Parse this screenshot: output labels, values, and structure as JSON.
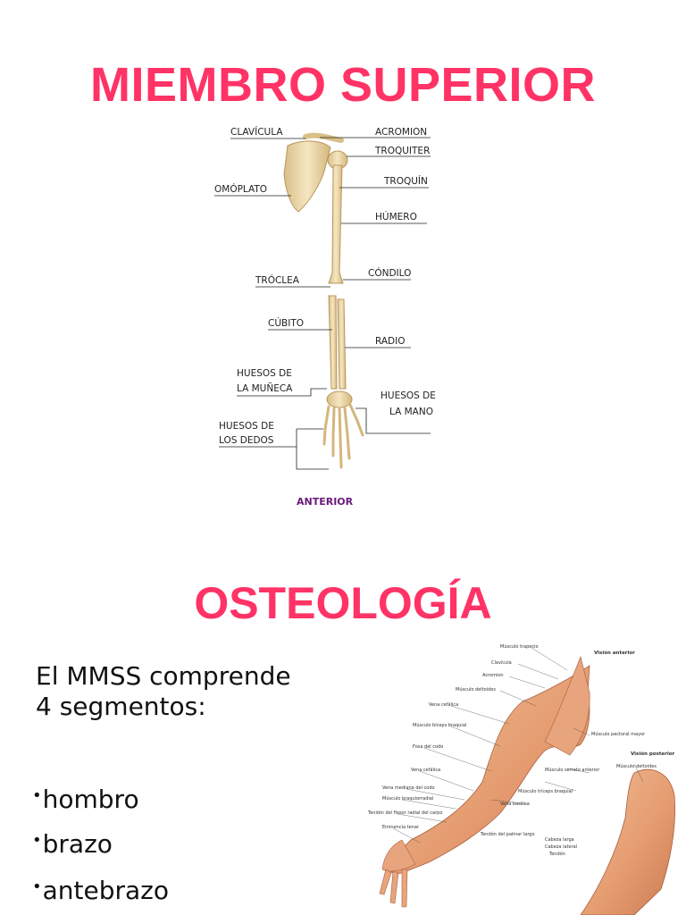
{
  "slide": {
    "title_top": "MIEMBRO SUPERIOR",
    "title_bottom": "OSTEOLOGÍA",
    "intro_line1": "El MMSS comprende",
    "intro_line2": "4 segmentos:",
    "bullets": [
      "hombro",
      "brazo",
      "antebrazo"
    ],
    "bullet_glyph": "•"
  },
  "skeleton_figure": {
    "labels_left": [
      "CLAVÍCULA",
      "OMÓPLATO",
      "TRÓCLEA",
      "CÚBITO",
      "HUESOS DE",
      "LA MUÑECA",
      "HUESOS DE",
      "LOS DEDOS"
    ],
    "labels_right": [
      "ACROMION",
      "TROQUITER",
      "TROQUÍN",
      "HÚMERO",
      "CÓNDILO",
      "RADIO",
      "HUESOS DE",
      "LA MANO"
    ],
    "caption": "ANTERIOR"
  },
  "muscle_figure": {
    "view_anterior": "Visión anterior",
    "view_posterior": "Visión posterior",
    "labels": [
      "Músculo trapecio",
      "Clavícula",
      "Acromion",
      "Músculo deltoides",
      "Vena cefálica",
      "Músculo bíceps braquial",
      "Fosa del codo",
      "Vena cefálica",
      "Vena mediana del codo",
      "Músculo braquiorradial",
      "Tendón del flexor radial del carpo",
      "Eminencia tenar",
      "Músculo pectoral mayor",
      "Músculo serrato anterior",
      "Músculo tríceps braquial",
      "Vena basílica",
      "Tendón del palmar largo",
      "Músculo deltoides",
      "Cabeza larga",
      "Cabeza lateral",
      "Tendón"
    ]
  },
  "colors": {
    "title": "#ff3366",
    "text": "#111111",
    "anterior_caption": "#6a1a7a",
    "bone": "#efdcb0",
    "skin": "#e8a47c"
  }
}
